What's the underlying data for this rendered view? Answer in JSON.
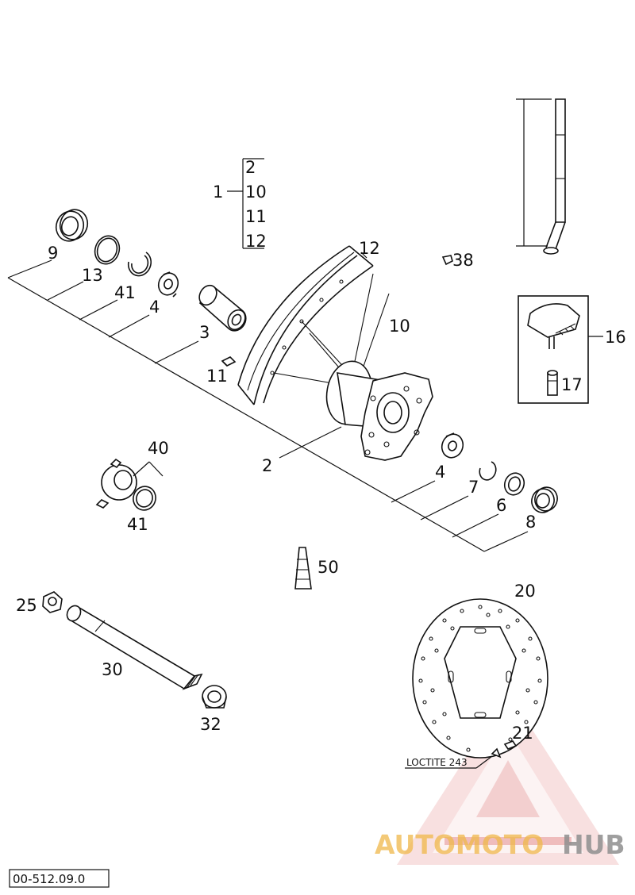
{
  "diagram": {
    "kit_group": {
      "label": "1",
      "members": [
        "2",
        "10",
        "11",
        "12"
      ]
    },
    "callouts": [
      {
        "id": "c12",
        "label": "12",
        "part": "rim"
      },
      {
        "id": "c10",
        "label": "10",
        "part": "spokes"
      },
      {
        "id": "c38",
        "label": "38",
        "part": "cap"
      },
      {
        "id": "c16",
        "label": "16",
        "part": "rim lock"
      },
      {
        "id": "c17",
        "label": "17",
        "part": "rim lock nut"
      },
      {
        "id": "c9",
        "label": "9",
        "part": "spacer"
      },
      {
        "id": "c13",
        "label": "13",
        "part": "o-ring"
      },
      {
        "id": "c41a",
        "label": "41",
        "part": "circlip"
      },
      {
        "id": "c4a",
        "label": "4",
        "part": "bearing"
      },
      {
        "id": "c3",
        "label": "3",
        "part": "spacer tube"
      },
      {
        "id": "c11",
        "label": "11",
        "part": "spoke nipple"
      },
      {
        "id": "c2",
        "label": "2",
        "part": "hub"
      },
      {
        "id": "c4b",
        "label": "4",
        "part": "bearing"
      },
      {
        "id": "c7",
        "label": "7",
        "part": "circlip"
      },
      {
        "id": "c6",
        "label": "6",
        "part": "o-ring"
      },
      {
        "id": "c8",
        "label": "8",
        "part": "spacer"
      },
      {
        "id": "c40",
        "label": "40",
        "part": "speedo drive"
      },
      {
        "id": "c41b",
        "label": "41",
        "part": "circlip"
      },
      {
        "id": "c50",
        "label": "50",
        "part": "grease"
      },
      {
        "id": "c25",
        "label": "25",
        "part": "nut"
      },
      {
        "id": "c30",
        "label": "30",
        "part": "axle"
      },
      {
        "id": "c32",
        "label": "32",
        "part": "axle nut"
      },
      {
        "id": "c20",
        "label": "20",
        "part": "brake disc"
      },
      {
        "id": "c21",
        "label": "21",
        "part": "disc screw"
      }
    ],
    "note": "LOCTITE 243",
    "drawing_code": "00-512.09.0"
  },
  "watermark": {
    "text_part1": "AUTOMOTO",
    "text_part2": "HUB",
    "color_main": "#e8a0a0",
    "color_dark": "#8a8a8a",
    "color_accent": "#d9302c"
  }
}
